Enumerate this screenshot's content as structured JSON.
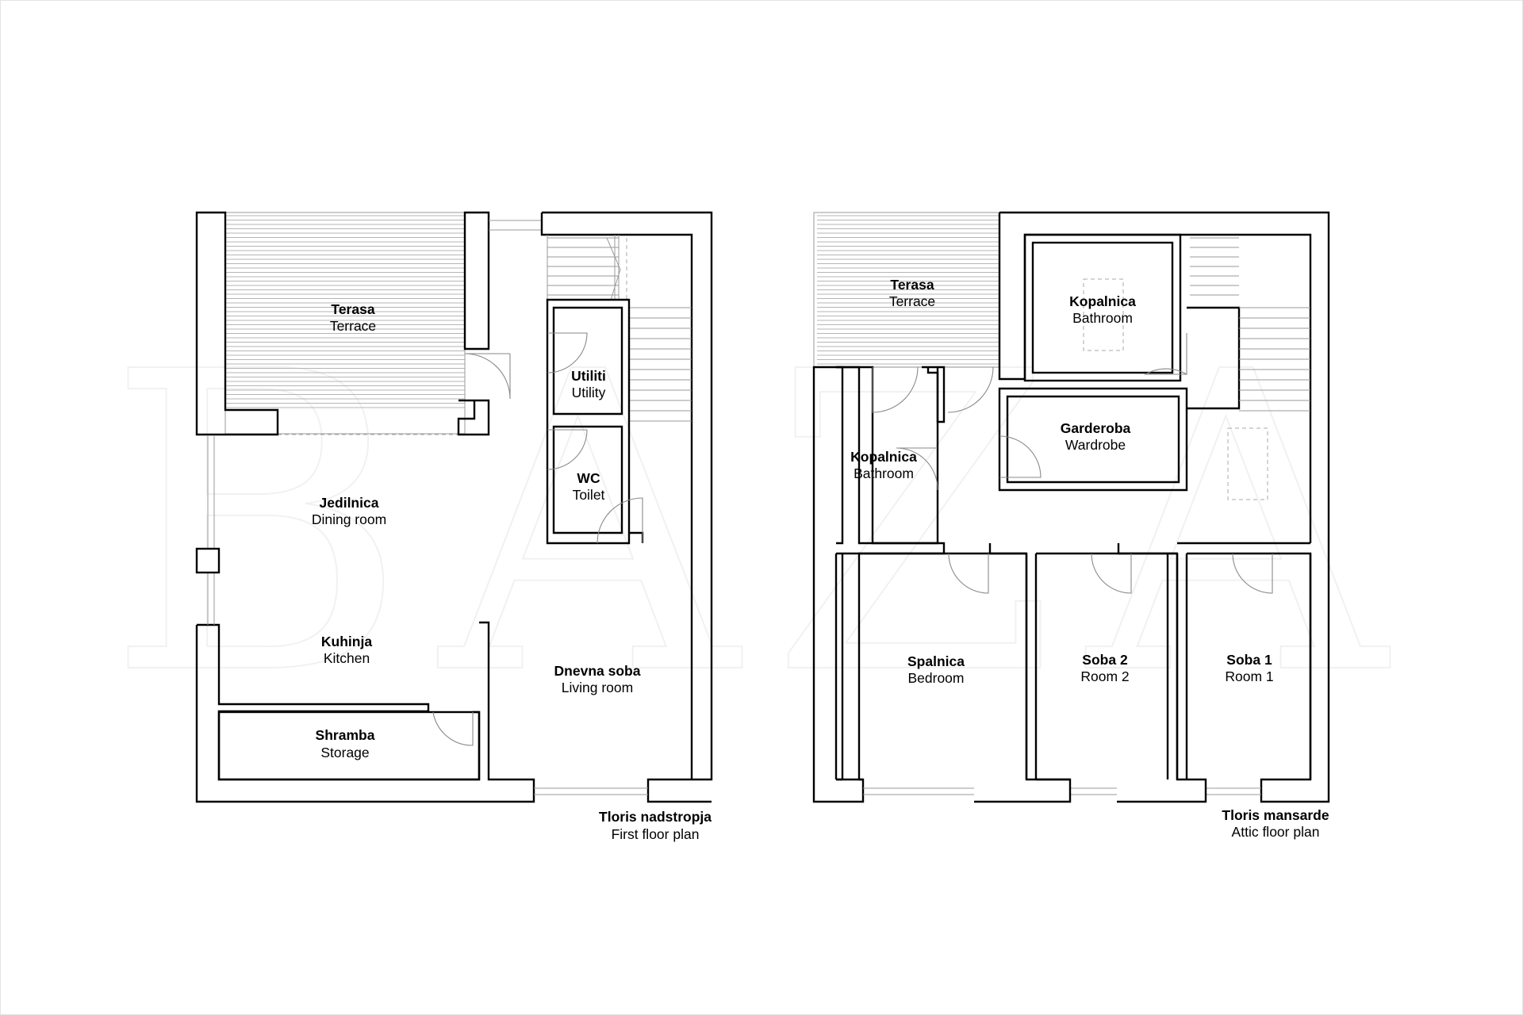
{
  "watermark": "BAZA",
  "first_floor": {
    "title": "Tloris nadstropja",
    "subtitle": "First floor plan",
    "rooms": {
      "terrace": {
        "original": "Terasa",
        "english": "Terrace"
      },
      "utility": {
        "original": "Utiliti",
        "english": "Utility"
      },
      "wc": {
        "original": "WC",
        "english": "Toilet"
      },
      "dining": {
        "original": "Jedilnica",
        "english": "Dining room"
      },
      "kitchen": {
        "original": "Kuhinja",
        "english": "Kitchen"
      },
      "living": {
        "original": "Dnevna soba",
        "english": "Living room"
      },
      "storage": {
        "original": "Shramba",
        "english": "Storage"
      }
    }
  },
  "attic": {
    "title": "Tloris mansarde",
    "subtitle": "Attic floor plan",
    "rooms": {
      "terrace": {
        "original": "Terasa",
        "english": "Terrace"
      },
      "bathroom_top": {
        "original": "Kopalnica",
        "english": "Bathroom"
      },
      "wardrobe": {
        "original": "Garderoba",
        "english": "Wardrobe"
      },
      "bathroom_left": {
        "original": "Kopalnica",
        "english": "Bathroom"
      },
      "bedroom": {
        "original": "Spalnica",
        "english": "Bedroom"
      },
      "room2": {
        "original": "Soba 2",
        "english": "Room 2"
      },
      "room1": {
        "original": "Soba 1",
        "english": "Room 1"
      }
    }
  }
}
